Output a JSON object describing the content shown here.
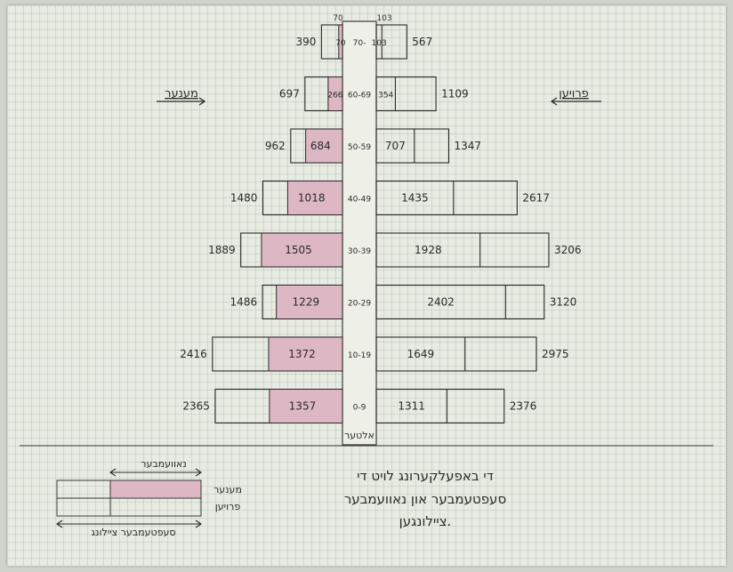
{
  "chart_data": {
    "type": "bar",
    "subtype": "population-pyramid",
    "center_label": "אלטער",
    "top_tick_left": "70",
    "top_tick_right": "103",
    "left_header": "מענער",
    "right_header": "פרויען",
    "categories": [
      "70-",
      "60-69",
      "50-59",
      "40-49",
      "30-39",
      "20-29",
      "10-19",
      "0-9"
    ],
    "men_total": [
      390,
      697,
      962,
      1480,
      1889,
      1486,
      2416,
      2365
    ],
    "men_september": [
      70,
      266,
      684,
      1018,
      1505,
      1229,
      1372,
      1357
    ],
    "women_total": [
      567,
      1109,
      1347,
      2617,
      3206,
      3120,
      2975,
      2376
    ],
    "women_september": [
      103,
      354,
      707,
      1435,
      1928,
      2402,
      1649,
      1311
    ],
    "title_lines": [
      "די באפעלקערונג לויט די",
      "סעפטעמבער און נאוועמבער",
      "ציילונגען."
    ],
    "legend": {
      "november_label": "נאוועמבער",
      "september_label": "סעפטעמבער ציילונג",
      "men_label": "מענער",
      "women_label": "פרויען"
    },
    "colors": {
      "men_fill": "#ddb8c4",
      "ink": "#2a2a2a",
      "paper": "#e8ebe1"
    }
  }
}
